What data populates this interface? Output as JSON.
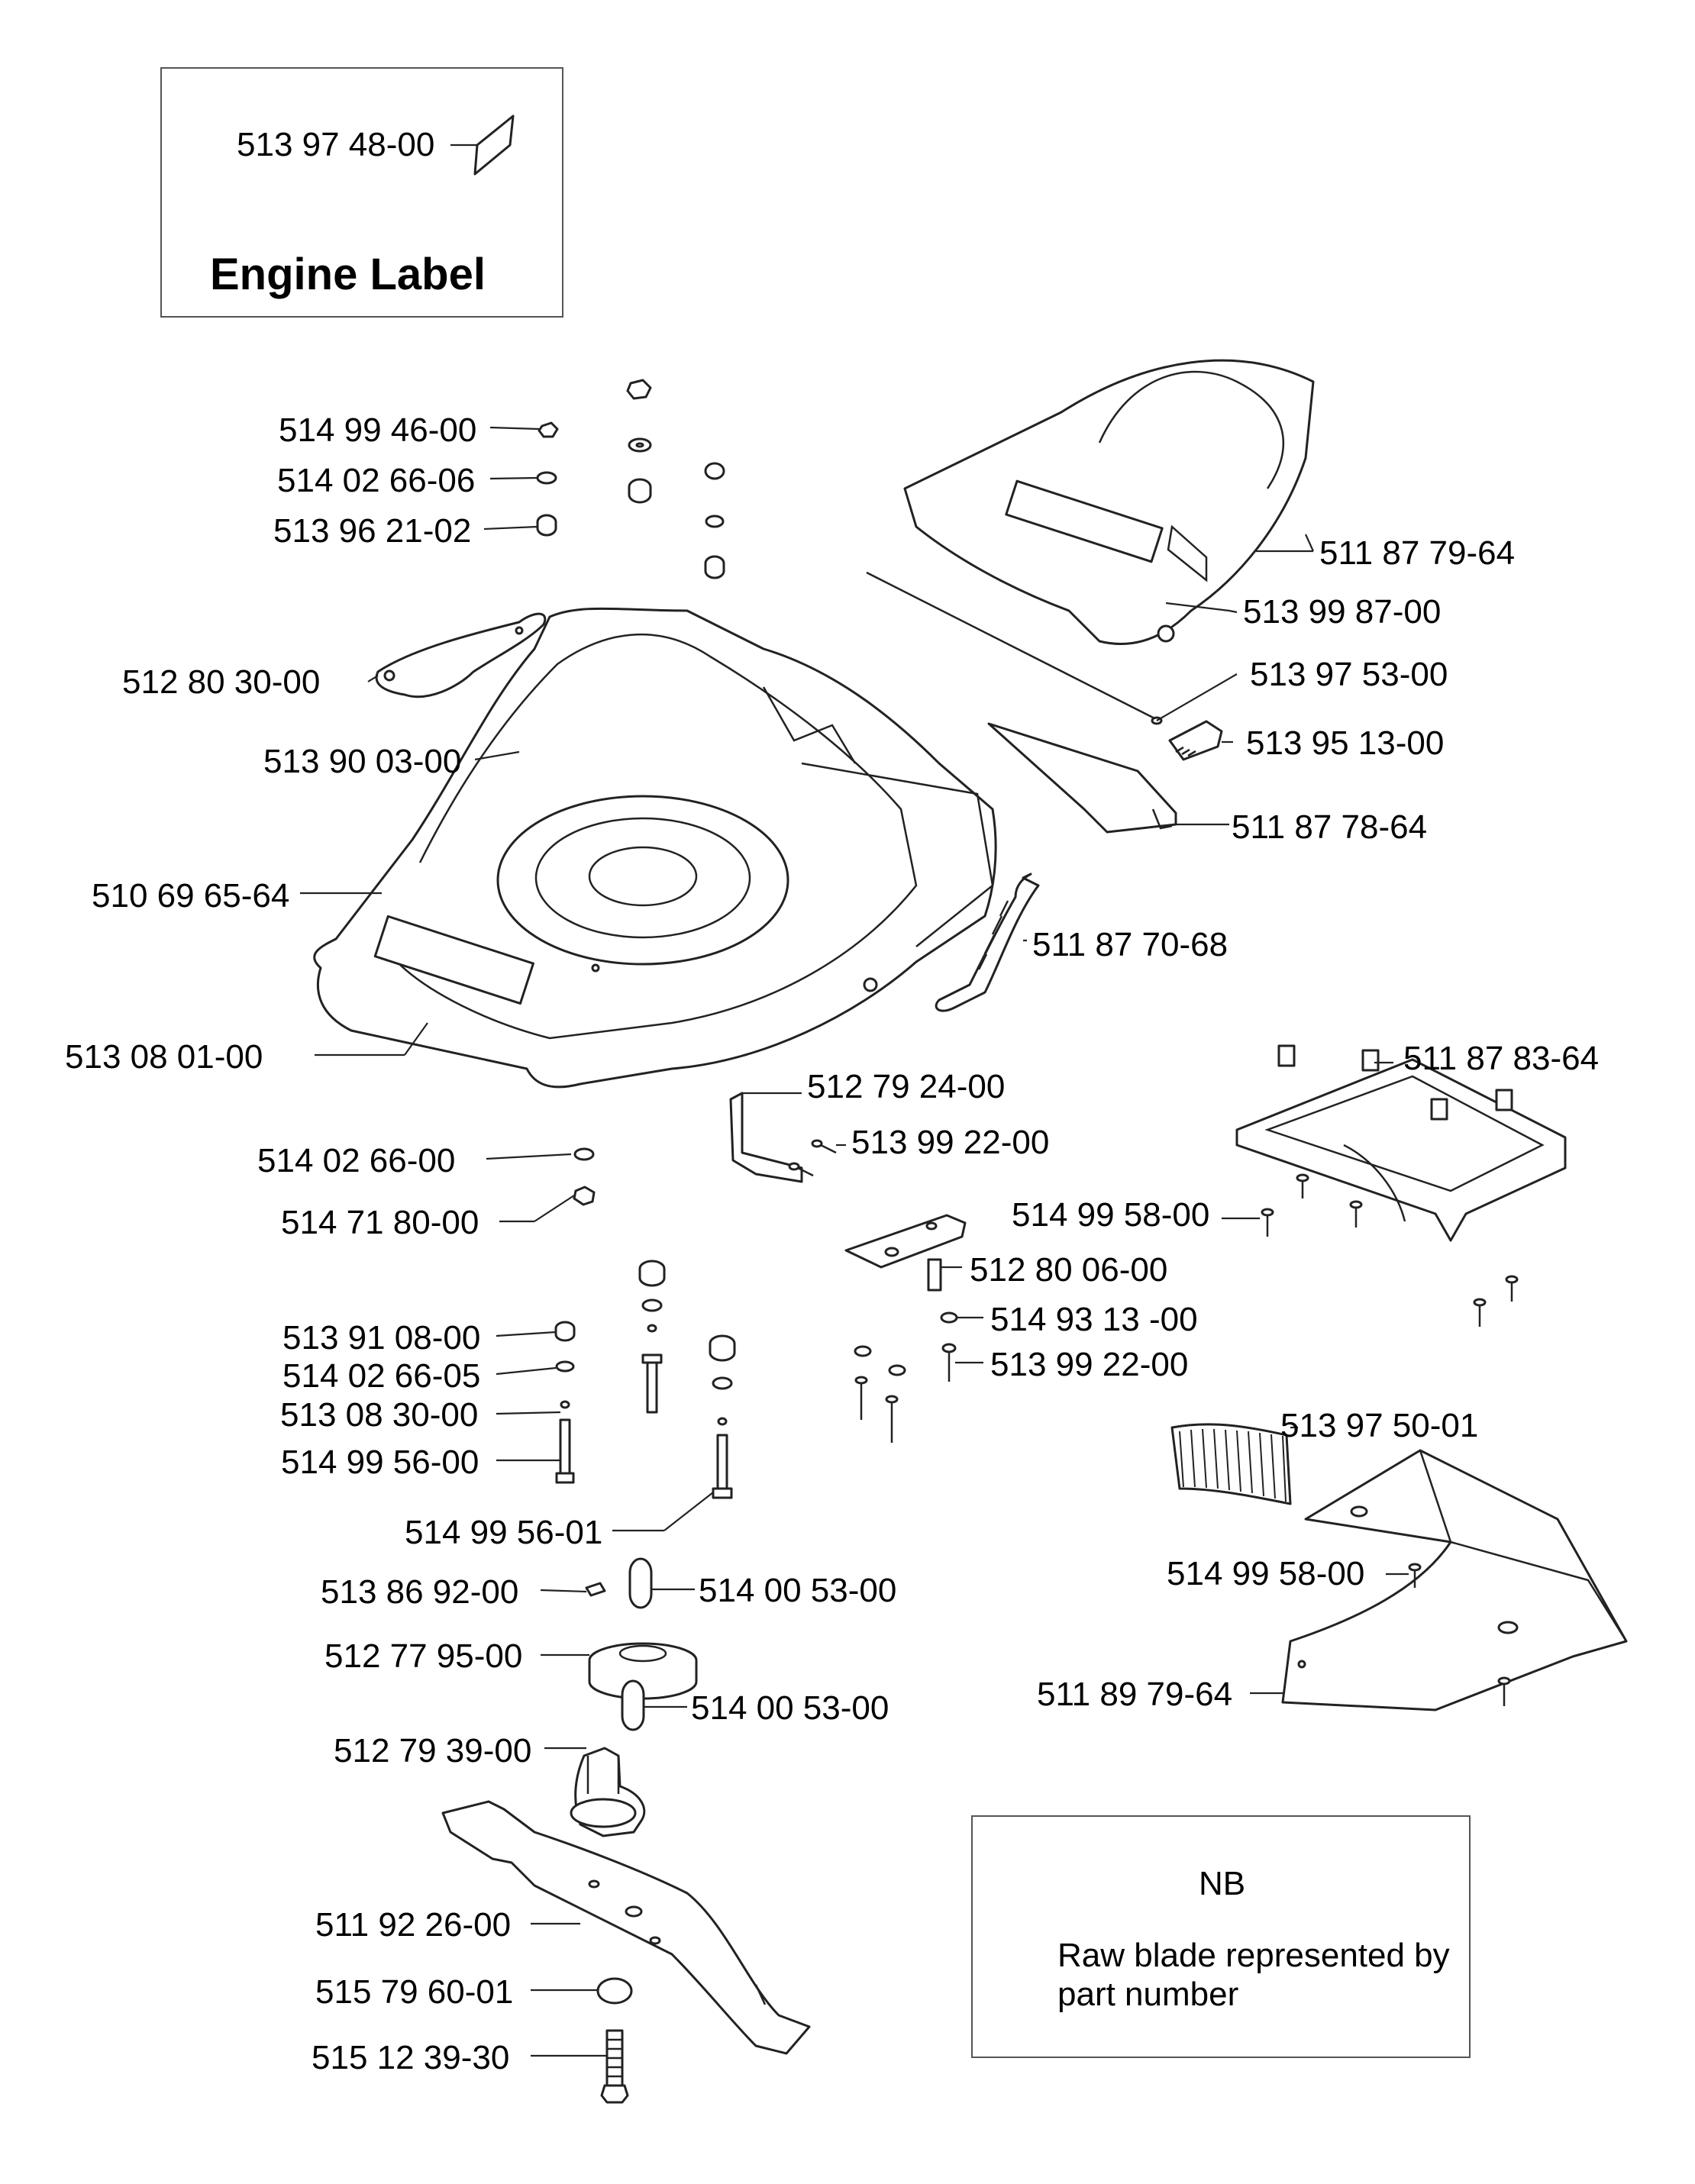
{
  "engine_label_box": {
    "part": "513 97 48-00",
    "title": "Engine Label"
  },
  "note_box": {
    "heading": "NB",
    "text": "Raw blade represented by part number"
  },
  "parts": {
    "p_514_99_46_00": "514 99 46-00",
    "p_514_02_66_06": "514 02 66-06",
    "p_513_96_21_02": "513 96 21-02",
    "p_512_80_30_00": "512 80 30-00",
    "p_513_90_03_00": "513 90 03-00",
    "p_510_69_65_64": "510 69 65-64",
    "p_513_08_01_00": "513 08 01-00",
    "p_514_02_66_00": "514 02 66-00",
    "p_514_71_80_00": "514 71 80-00",
    "p_513_91_08_00": "513 91 08-00",
    "p_514_02_66_05": "514 02 66-05",
    "p_513_08_30_00": "513 08 30-00",
    "p_514_99_56_00": "514 99 56-00",
    "p_514_99_56_01": "514 99 56-01",
    "p_513_86_92_00": "513 86 92-00",
    "p_514_00_53_00_a": "514 00 53-00",
    "p_512_77_95_00": "512 77 95-00",
    "p_514_00_53_00_b": "514 00 53-00",
    "p_512_79_39_00": "512 79 39-00",
    "p_511_92_26_00": "511 92 26-00",
    "p_515_79_60_01": "515 79 60-01",
    "p_515_12_39_30": "515 12 39-30",
    "p_511_87_79_64": "511 87 79-64",
    "p_513_99_87_00": "513 99 87-00",
    "p_513_97_53_00": "513 97 53-00",
    "p_513_95_13_00": "513 95 13-00",
    "p_511_87_78_64": "511 87 78-64",
    "p_511_87_70_68": "511 87 70-68",
    "p_512_79_24_00": "512 79 24-00",
    "p_513_99_22_00_a": "513 99 22-00",
    "p_511_87_83_64": "511 87 83-64",
    "p_514_99_58_00_a": "514 99 58-00",
    "p_512_80_06_00": "512 80 06-00",
    "p_514_93_13_00": "514 93 13 -00",
    "p_513_99_22_00_b": "513 99 22-00",
    "p_513_97_50_01": "513 97 50-01",
    "p_514_99_58_00_b": "514 99 58-00",
    "p_511_89_79_64": "511 89 79-64"
  }
}
